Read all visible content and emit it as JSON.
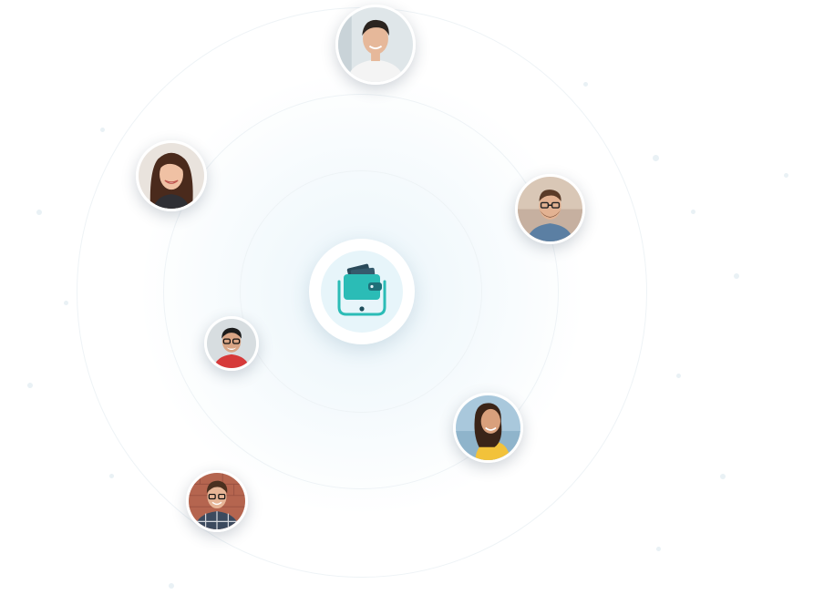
{
  "hub": {
    "icon": "wallet-phone-icon"
  },
  "colors": {
    "accent": "#2bbcb6",
    "accent_dark": "#1e8f8c",
    "card_dark": "#2a4a5a",
    "ring": "#eef3f6",
    "hub_bg": "#e7f5fa"
  },
  "avatars": [
    {
      "name": "avatar-man-white-shirt",
      "skin": "#e6b89a",
      "hair": "#2b2420",
      "shirt": "#f4f4f4",
      "bg": "#dfe6e9"
    },
    {
      "name": "avatar-woman-smiling",
      "skin": "#f0c1a4",
      "hair": "#4a2a1c",
      "shirt": "#2f2f34",
      "bg": "#e9e3dd"
    },
    {
      "name": "avatar-man-glasses-beard",
      "skin": "#e3b292",
      "hair": "#5a3b28",
      "shirt": "#5b7fa3",
      "bg": "#d9c7b6"
    },
    {
      "name": "avatar-man-red-shirt",
      "skin": "#d9a585",
      "hair": "#1c1c1c",
      "shirt": "#d63a3a",
      "bg": "#d7dde0"
    },
    {
      "name": "avatar-woman-yellow-top",
      "skin": "#d9a07c",
      "hair": "#3a2418",
      "shirt": "#f2c23a",
      "bg": "#a9c8dc"
    },
    {
      "name": "avatar-man-plaid-shirt",
      "skin": "#e7b697",
      "hair": "#4a3020",
      "shirt": "#3c4a5e",
      "bg": "#b5654f"
    }
  ]
}
